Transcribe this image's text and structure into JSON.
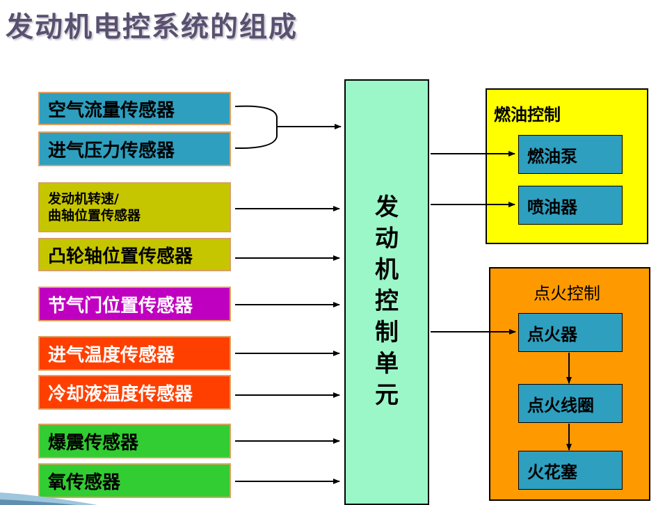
{
  "title": "发动机电控系统的组成",
  "sensors": [
    {
      "label": "空气流量传感器"
    },
    {
      "label": "进气压力传感器"
    },
    {
      "line1": "发动机转速/",
      "line2": "曲轴位置传感器"
    },
    {
      "label": "凸轮轴位置传感器"
    },
    {
      "label": "节气门位置传感器"
    },
    {
      "label": "进气温度传感器"
    },
    {
      "label": "冷却液温度传感器"
    },
    {
      "label": "爆震传感器"
    },
    {
      "label": "氧传感器"
    }
  ],
  "ecu": {
    "chars": [
      "发",
      "动",
      "机",
      "控",
      "制",
      "单",
      "元"
    ]
  },
  "fuel_control": {
    "title": "燃油控制",
    "items": [
      "燃油泵",
      "喷油器"
    ]
  },
  "ignition_control": {
    "title": "点火控制",
    "items": [
      "点火器",
      "点火线圈",
      "火花塞"
    ]
  },
  "colors": {
    "blue": "#2e9fbf",
    "olive": "#c6c600",
    "magenta": "#c000c0",
    "red": "#ff3f00",
    "green": "#32cd32",
    "ecu": "#9bf7c8",
    "fuel_bg": "#ffff00",
    "ignition_bg": "#ff9900"
  }
}
